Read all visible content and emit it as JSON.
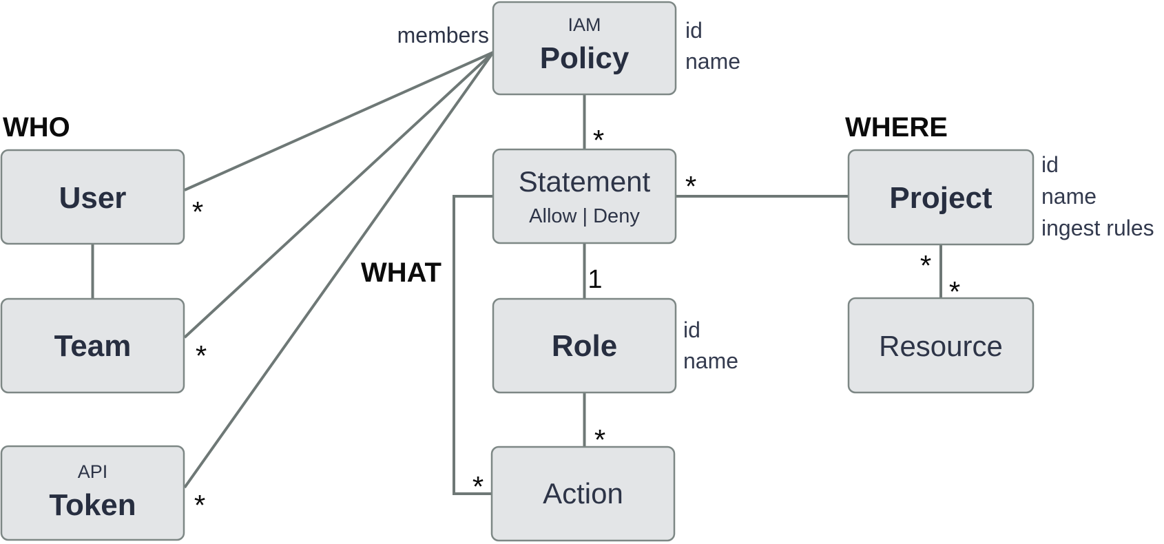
{
  "colors": {
    "background": "#ffffff",
    "box_fill": "#e3e5e7",
    "box_border": "#7d8785",
    "connector": "#6e7876",
    "entity_text": "#272e40",
    "attr_text": "#333a4e",
    "section_text": "#0b0b0b"
  },
  "labels": {
    "who": "WHO",
    "what": "WHAT",
    "where": "WHERE",
    "members": "members"
  },
  "entities": {
    "policy": {
      "prefix": "IAM",
      "name": "Policy",
      "attrs": [
        "id",
        "name"
      ]
    },
    "user": {
      "name": "User"
    },
    "team": {
      "name": "Team"
    },
    "token": {
      "prefix": "API",
      "name": "Token"
    },
    "statement": {
      "name": "Statement",
      "subtitle": "Allow | Deny"
    },
    "role": {
      "name": "Role",
      "attrs": [
        "id",
        "name"
      ]
    },
    "action": {
      "name": "Action"
    },
    "project": {
      "name": "Project",
      "attrs": [
        "id",
        "name",
        "ingest rules"
      ]
    },
    "resource": {
      "name": "Resource"
    }
  },
  "multiplicities": {
    "policy_user": "*",
    "policy_team": "*",
    "policy_token": "*",
    "policy_statement": "*",
    "statement_role": "1",
    "role_action": "*",
    "statement_action": "*",
    "statement_project": "*",
    "project_resource_upper": "*",
    "project_resource_lower": "*"
  }
}
